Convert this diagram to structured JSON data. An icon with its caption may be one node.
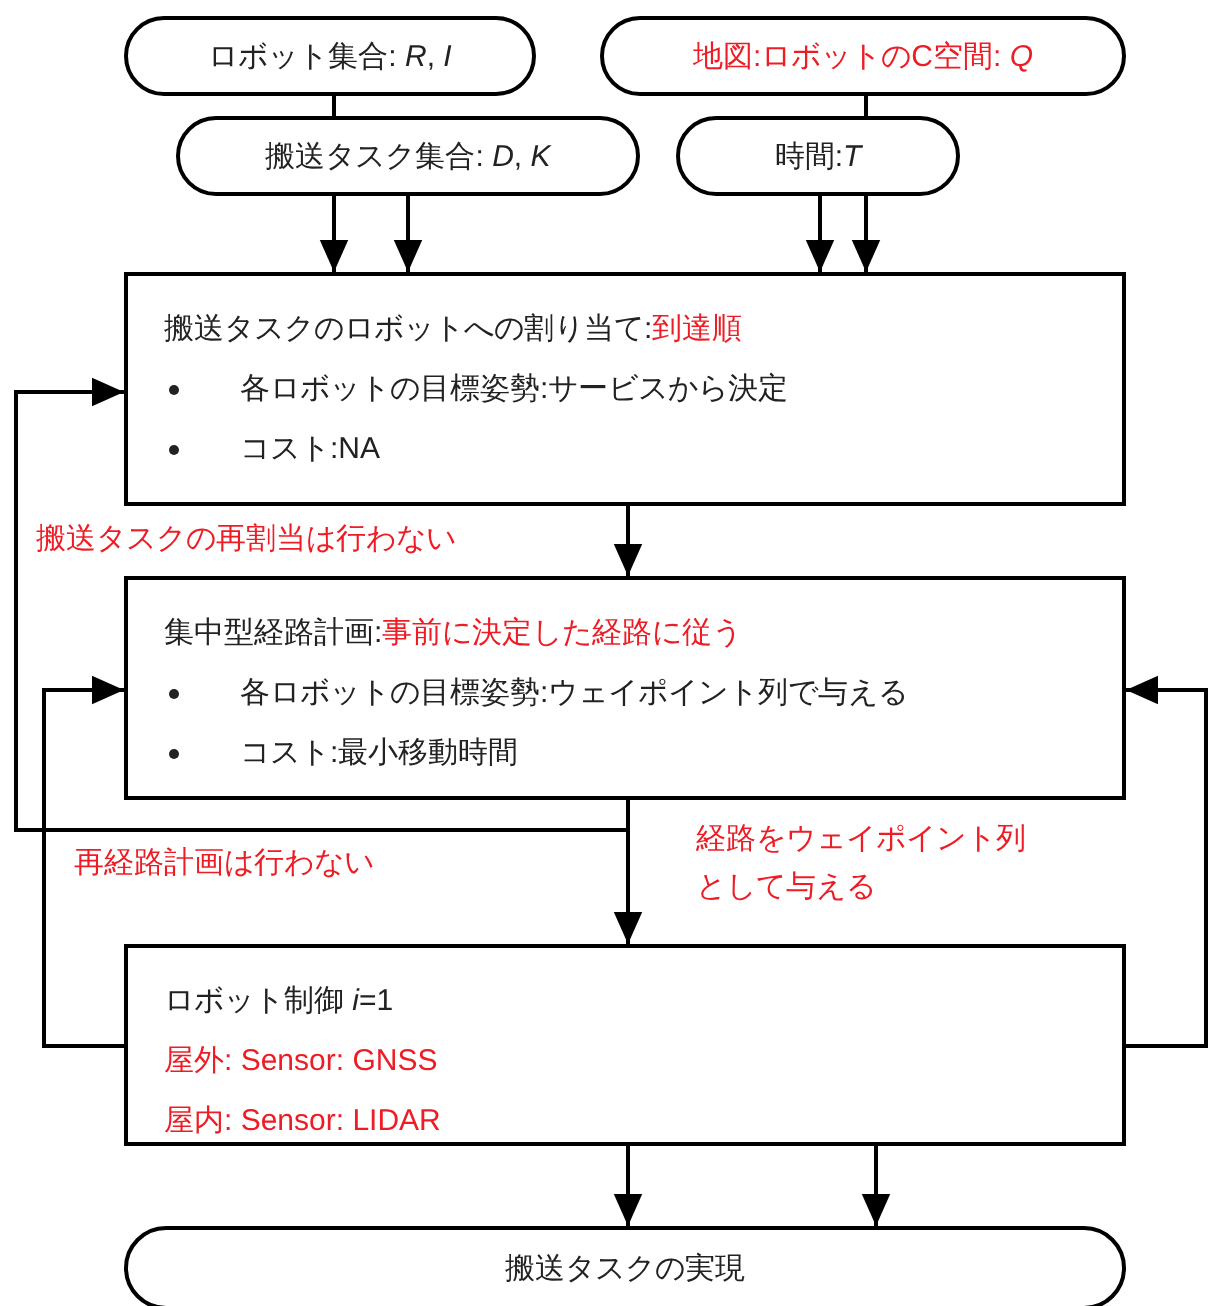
{
  "diagram": {
    "nodes": [
      {
        "text": [
          "ロボット集合: *R*, *I*"
        ]
      },
      {
        "text": [
          "地図:ロボットのC空間: *Q*"
        ]
      },
      {
        "text": [
          "搬送タスク集合: *D*, *K*"
        ]
      },
      {
        "text": [
          "時間:*T*"
        ]
      },
      {
        "text": [
          "搬送タスクのロボットへの割り当て:",
          "到達順",
          "各ロボットの目標姿勢:サービスから決定",
          "コスト:NA"
        ]
      },
      {
        "text": [
          "集中型経路計画:",
          "事前に決定した経路に従う",
          "各ロボットの目標姿勢:ウェイポイント列で与える",
          "コスト:最小移動時間"
        ]
      },
      {
        "text": [
          "ロボット制御 *i*=1",
          "屋外: Sensor: GNSS",
          "屋内: Sensor: LIDAR"
        ]
      },
      {
        "text": [
          "搬送タスクの実現"
        ]
      }
    ],
    "edges": [
      {
        "from": 0,
        "to": 2,
        "arrow": "none"
      },
      {
        "from": 2,
        "to": 4,
        "arrow": "to"
      },
      {
        "from": 2,
        "to": 4,
        "arrow": "to"
      },
      {
        "from": 1,
        "to": 3,
        "arrow": "none"
      },
      {
        "from": 3,
        "to": 4,
        "arrow": "to"
      },
      {
        "from": 3,
        "to": 4,
        "arrow": "to"
      },
      {
        "from": 4,
        "to": 5,
        "arrow": "to"
      },
      {
        "from": 5,
        "to": 4,
        "arrow": "to",
        "label": "搬送タスクの再割当は行わない"
      },
      {
        "from": 5,
        "to": 6,
        "arrow": "to",
        "label": "経路をウェイポイント列として与える"
      },
      {
        "from": 6,
        "to": 5,
        "arrow": "to",
        "label": "再経路計画は行わない"
      },
      {
        "from": 6,
        "to": 5,
        "arrow": "to"
      },
      {
        "from": 6,
        "to": 7,
        "arrow": "to"
      },
      {
        "from": 6,
        "to": 7,
        "arrow": "to"
      }
    ]
  }
}
